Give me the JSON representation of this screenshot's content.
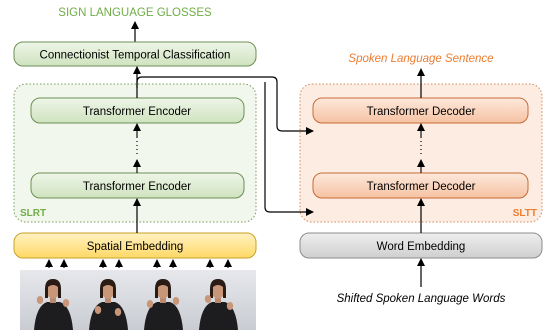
{
  "top_output_label": "SIGN LANGUAGE GLOSSES",
  "spoken_output_label": "Spoken Language Sentence",
  "ctc_label": "Connectionist Temporal Classification",
  "encoder_top_label": "Transformer Encoder",
  "encoder_bottom_label": "Transformer Encoder",
  "decoder_top_label": "Transformer Decoder",
  "decoder_bottom_label": "Transformer Decoder",
  "slrt_label": "SLRT",
  "sltt_label": "SLTT",
  "spatial_embedding_label": "Spatial Embedding",
  "word_embedding_label": "Word Embedding",
  "shifted_words_label": "Shifted Spoken Language Words",
  "colors": {
    "green_fill": "#e2efd9",
    "green_stroke": "#6d8f55",
    "orange_fill": "#fbe0cf",
    "orange_stroke": "#d07a45",
    "yellow_fill": "#ffe699",
    "gray_fill": "#d9d9d9",
    "gloss_text": "#70ad47",
    "spoken_text": "#ed7d31"
  },
  "icons": [
    "sign-language-video-frames"
  ]
}
